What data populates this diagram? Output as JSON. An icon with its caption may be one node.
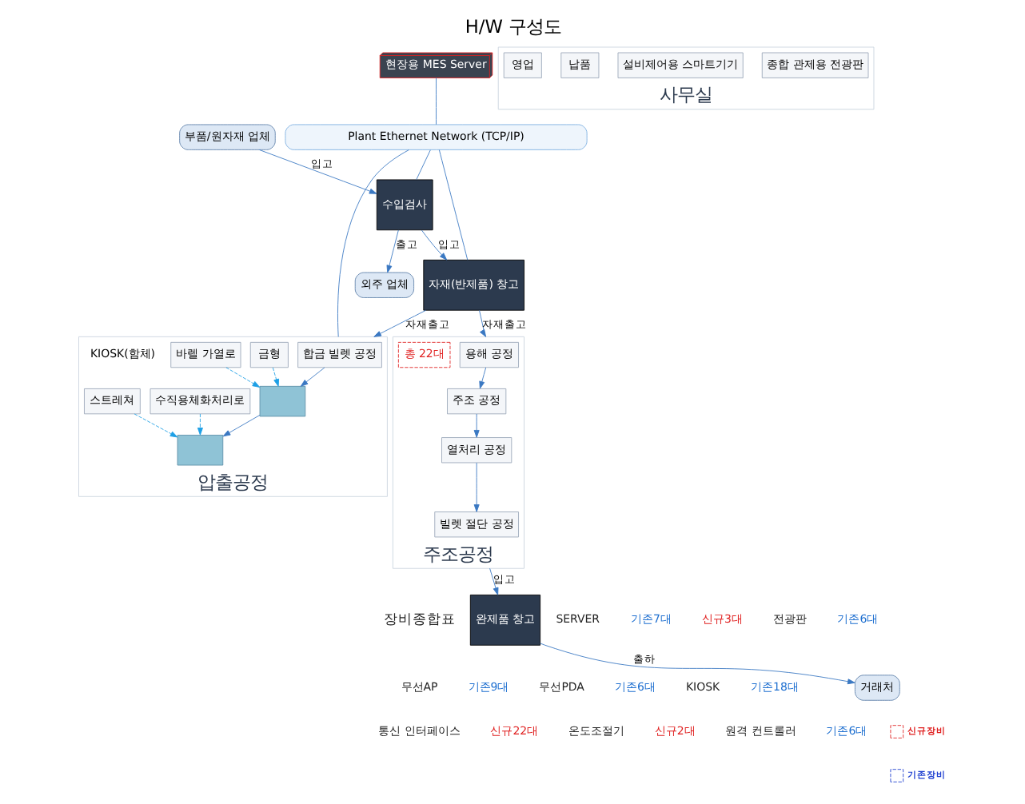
{
  "diagram": {
    "title": "H/W 구성도",
    "nodes": [
      {
        "text": [
          "Plant Ethernet Network (TCP/IP)"
        ]
      },
      {
        "text": [
          "현장용 MES Server"
        ]
      },
      {
        "text": [
          "부품/원자재 업체"
        ]
      },
      {
        "text": [
          "외주 업체"
        ]
      },
      {
        "text": [
          "수입검사"
        ]
      },
      {
        "text": [
          "자재(반제품) 창고"
        ]
      },
      {
        "text": [
          "압출공정"
        ]
      },
      {
        "text": [
          "합금 빌렛 공정"
        ],
        "in": 6
      },
      {
        "text": [
          "금형"
        ],
        "in": 6
      },
      {
        "text": [
          "바렐 가열로"
        ],
        "in": 6
      },
      {
        "text": [],
        "shape": "box",
        "in": 6
      },
      {
        "text": [
          "수직용체화처리로"
        ],
        "in": 6
      },
      {
        "text": [
          "스트레쳐"
        ],
        "in": 6
      },
      {
        "text": [],
        "shape": "box",
        "in": 6
      },
      {
        "text": [
          "사무실"
        ]
      },
      {
        "text": [
          "영업"
        ],
        "in": 14
      },
      {
        "text": [
          "납품"
        ],
        "in": 14
      },
      {
        "text": [
          "설비제어용 스마트기기"
        ],
        "in": 14
      },
      {
        "text": [
          "종합 관제용 전광판"
        ],
        "in": 14
      },
      {
        "text": [
          "주조공정"
        ]
      },
      {
        "text": [
          "용해 공정"
        ],
        "in": 19
      },
      {
        "text": [
          "주조 공정"
        ],
        "in": 19
      },
      {
        "text": [
          "열처리 공정"
        ],
        "in": 19
      },
      {
        "text": [
          "빌렛 절단 공정"
        ],
        "in": 19
      },
      {
        "text": [
          "완제품 창고"
        ]
      },
      {
        "text": [
          "거래처"
        ]
      }
    ],
    "edges": [
      {
        "from": 1,
        "to": 0,
        "arrow": "none"
      },
      {
        "from": 0,
        "to": 4,
        "arrow": "none"
      },
      {
        "from": 0,
        "to": 5,
        "arrow": "none"
      },
      {
        "from": 0,
        "to": 6,
        "arrow": "none"
      },
      {
        "from": 2,
        "to": 4,
        "label": "입고",
        "arrow": "to"
      },
      {
        "from": 4,
        "to": 3,
        "label": "출고",
        "arrow": "to"
      },
      {
        "from": 4,
        "to": 5,
        "label": "입고",
        "arrow": "to"
      },
      {
        "from": 5,
        "to": 6,
        "label": "자재출고",
        "arrow": "to"
      },
      {
        "from": 5,
        "to": 19,
        "label": "자재출고",
        "arrow": "to"
      },
      {
        "from": 7,
        "to": 10,
        "arrow": "to"
      },
      {
        "from": 8,
        "to": 10,
        "arrow": "to",
        "style": "dashed",
        "color": "#1ea0e6"
      },
      {
        "from": 9,
        "to": 10,
        "arrow": "to",
        "style": "dashed",
        "color": "#1ea0e6"
      },
      {
        "from": 10,
        "to": 13,
        "arrow": "to"
      },
      {
        "from": 11,
        "to": 13,
        "arrow": "to",
        "style": "dashed",
        "color": "#1ea0e6"
      },
      {
        "from": 12,
        "to": 13,
        "arrow": "to",
        "style": "dashed",
        "color": "#1ea0e6"
      },
      {
        "from": 20,
        "to": 21,
        "arrow": "to"
      },
      {
        "from": 21,
        "to": 22,
        "arrow": "to"
      },
      {
        "from": 22,
        "to": 23,
        "arrow": "to"
      },
      {
        "from": 19,
        "to": 24,
        "label": "입고",
        "arrow": "to"
      },
      {
        "from": 24,
        "to": 25,
        "label": "출하",
        "arrow": "to"
      }
    ],
    "labels": [
      "KIOSK(함체)",
      "총 22대",
      "장비종합표",
      "SERVER",
      "기존7대",
      "신규3대",
      "전광판",
      "기존6대",
      "무선AP",
      "기존9대",
      "무선PDA",
      "기존6대",
      "KIOSK",
      "기존18대",
      "통신 인터페이스",
      "신규22대",
      "온도조절기",
      "신규2대",
      "원격 컨트롤러",
      "기존6대"
    ],
    "legend": [
      {
        "text": "신규장비"
      },
      {
        "text": "기존장비"
      }
    ]
  }
}
